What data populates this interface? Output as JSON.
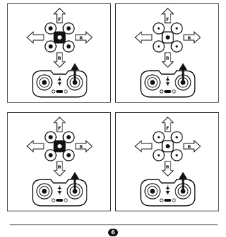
{
  "direction_labels": {
    "forward": "F",
    "back": "B",
    "right": "R"
  },
  "page": {
    "number": "6"
  },
  "panels": [
    {
      "id": "p1",
      "drone_variant": "solid"
    },
    {
      "id": "p2",
      "drone_variant": "outline"
    },
    {
      "id": "p3",
      "drone_variant": "solid"
    },
    {
      "id": "p4",
      "drone_variant": "outline"
    }
  ]
}
